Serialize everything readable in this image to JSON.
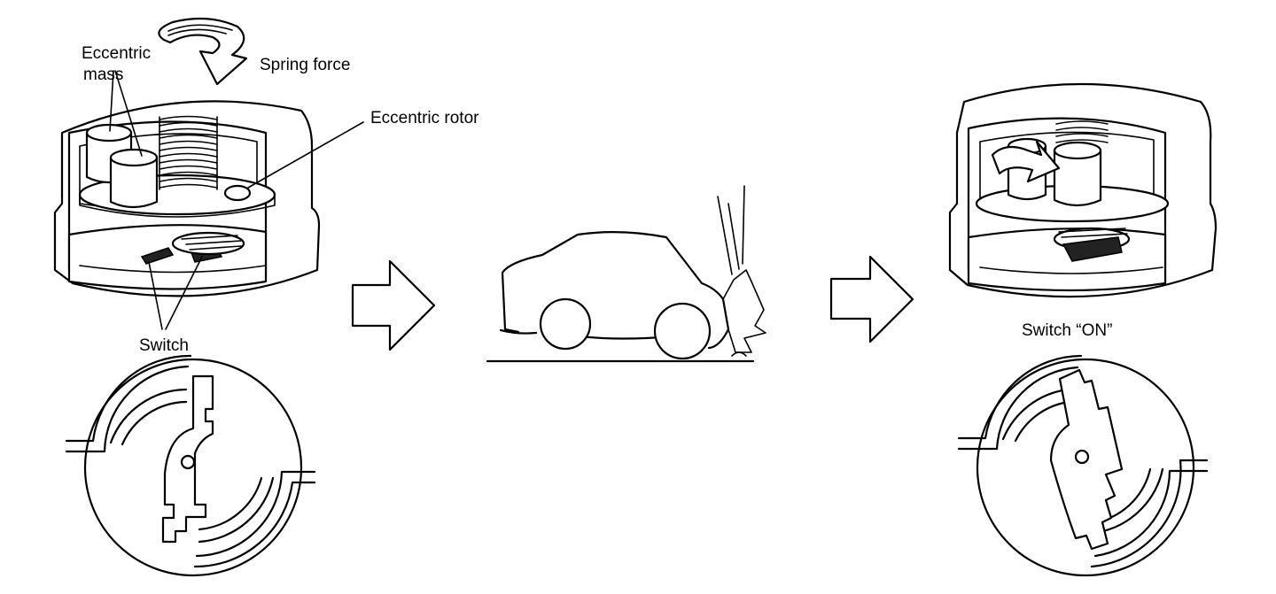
{
  "labels": {
    "eccentric_mass_line1": "Eccentric",
    "eccentric_mass_line2": "mass",
    "spring_force": "Spring force",
    "eccentric_rotor": "Eccentric rotor",
    "switch": "Switch",
    "switch_on": "Switch “ON”"
  }
}
